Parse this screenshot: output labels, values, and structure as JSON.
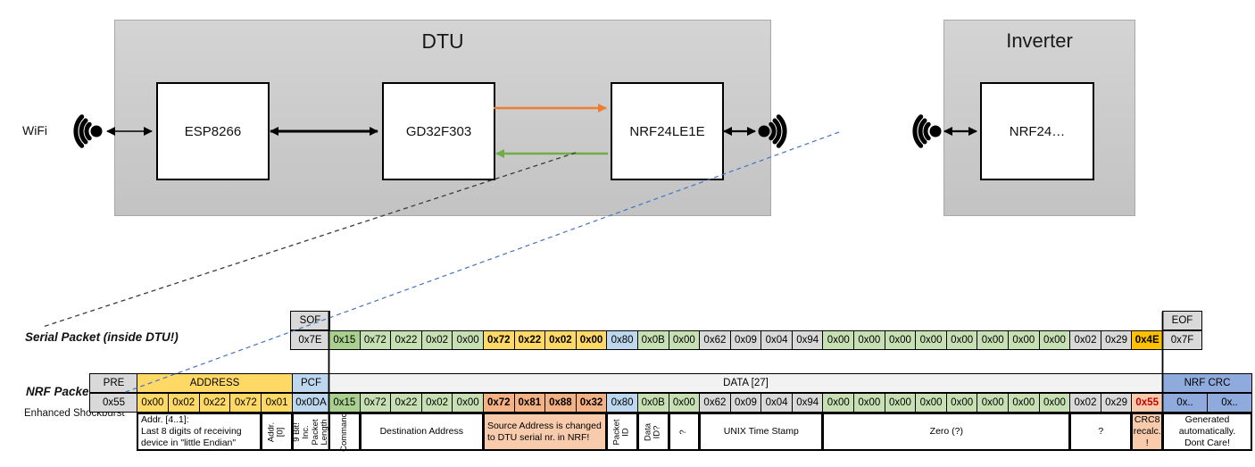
{
  "diagram": {
    "wifi_label": "WiFi",
    "dtu": {
      "title": "DTU",
      "chips": [
        "ESP8266",
        "GD32F303",
        "NRF24LE1E"
      ]
    },
    "inverter": {
      "title": "Inverter",
      "chip": "NRF24…"
    },
    "icons": [
      "wifi-waves-left",
      "wifi-waves-right",
      "wifi-waves-inverter"
    ],
    "arrow_colors": {
      "uart_tx": "#ED7D31",
      "uart_rx": "#70AD47",
      "link": "#000000",
      "trace_serial": "#3b3b3b",
      "trace_nrf": "#4472C4"
    }
  },
  "palette": {
    "green_dark": "#A9D08E",
    "green_light": "#C6E0B4",
    "gray": "#D9D9D9",
    "blue_light": "#BDD7EE",
    "blue_crc": "#8FAADC",
    "gold": "#FFD966",
    "amber": "#FFC000",
    "orange": "#F4B183",
    "peach": "#F8CBAD",
    "header_gray": "#F2F2F2",
    "red_text": "#C00000"
  },
  "serial_packet": {
    "label": "Serial Packet (inside DTU!)",
    "sof": {
      "header": "SOF",
      "value": "0x7E"
    },
    "eof": {
      "header": "EOF",
      "value": "0x7F"
    },
    "bytes": [
      {
        "v": "0x15",
        "c": "g2"
      },
      {
        "v": "0x72",
        "c": "g1"
      },
      {
        "v": "0x22",
        "c": "g1"
      },
      {
        "v": "0x02",
        "c": "g1"
      },
      {
        "v": "0x00",
        "c": "g1"
      },
      {
        "v": "0x72",
        "c": "gd"
      },
      {
        "v": "0x22",
        "c": "gd"
      },
      {
        "v": "0x02",
        "c": "gd"
      },
      {
        "v": "0x00",
        "c": "gd"
      },
      {
        "v": "0x80",
        "c": "bl"
      },
      {
        "v": "0x0B",
        "c": "g1"
      },
      {
        "v": "0x00",
        "c": "g1"
      },
      {
        "v": "0x62",
        "c": "gy"
      },
      {
        "v": "0x09",
        "c": "gy"
      },
      {
        "v": "0x04",
        "c": "gy"
      },
      {
        "v": "0x94",
        "c": "gy"
      },
      {
        "v": "0x00",
        "c": "g1"
      },
      {
        "v": "0x00",
        "c": "g1"
      },
      {
        "v": "0x00",
        "c": "g1"
      },
      {
        "v": "0x00",
        "c": "g1"
      },
      {
        "v": "0x00",
        "c": "g1"
      },
      {
        "v": "0x00",
        "c": "g1"
      },
      {
        "v": "0x00",
        "c": "g1"
      },
      {
        "v": "0x00",
        "c": "g1"
      },
      {
        "v": "0x02",
        "c": "gy"
      },
      {
        "v": "0x29",
        "c": "gy"
      },
      {
        "v": "0x4E",
        "c": "am"
      }
    ]
  },
  "nrf_packet": {
    "label": "NRF Packet",
    "sublabel": "Enhanced Shockburst",
    "pre": {
      "header": "PRE",
      "value": "0x55"
    },
    "address": {
      "header": "ADDRESS",
      "values": [
        "0x00",
        "0x02",
        "0x22",
        "0x72",
        "0x01"
      ]
    },
    "pcf": {
      "header": "PCF",
      "value": "0x0DA"
    },
    "data_label": "DATA [27]",
    "crc": {
      "header": "NRF CRC",
      "values": [
        "0x..",
        "0x.."
      ]
    },
    "bytes": [
      {
        "v": "0x15",
        "c": "g2"
      },
      {
        "v": "0x72",
        "c": "g1"
      },
      {
        "v": "0x22",
        "c": "g1"
      },
      {
        "v": "0x02",
        "c": "g1"
      },
      {
        "v": "0x00",
        "c": "g1"
      },
      {
        "v": "0x72",
        "c": "or"
      },
      {
        "v": "0x81",
        "c": "or"
      },
      {
        "v": "0x88",
        "c": "or"
      },
      {
        "v": "0x32",
        "c": "or"
      },
      {
        "v": "0x80",
        "c": "bl"
      },
      {
        "v": "0x0B",
        "c": "g1"
      },
      {
        "v": "0x00",
        "c": "g1"
      },
      {
        "v": "0x62",
        "c": "gy"
      },
      {
        "v": "0x09",
        "c": "gy"
      },
      {
        "v": "0x04",
        "c": "gy"
      },
      {
        "v": "0x94",
        "c": "gy"
      },
      {
        "v": "0x00",
        "c": "g1"
      },
      {
        "v": "0x00",
        "c": "g1"
      },
      {
        "v": "0x00",
        "c": "g1"
      },
      {
        "v": "0x00",
        "c": "g1"
      },
      {
        "v": "0x00",
        "c": "g1"
      },
      {
        "v": "0x00",
        "c": "g1"
      },
      {
        "v": "0x00",
        "c": "g1"
      },
      {
        "v": "0x00",
        "c": "g1"
      },
      {
        "v": "0x02",
        "c": "gy"
      },
      {
        "v": "0x29",
        "c": "gy"
      },
      {
        "v": "0x55",
        "c": "pe"
      }
    ]
  },
  "annotations": [
    {
      "s": "addr",
      "n": 4,
      "t": "Addr. [4..1]:\nLast 8 digits of receiving device in \"little Endian\"",
      "a": "left"
    },
    {
      "s": "addr",
      "n": 1,
      "t": "Addr.[0]",
      "vert": true
    },
    {
      "s": "pcf",
      "n": 1,
      "t": "9 Bit!\nInc. Packet\nLength",
      "vert": true
    },
    {
      "s": "data",
      "n": 1,
      "t": "Command",
      "vert": true
    },
    {
      "s": "data",
      "n": 4,
      "t": "Destination Address"
    },
    {
      "s": "data",
      "n": 4,
      "t": "Source Address is changed to DTU serial nr. in NRF!",
      "a": "left",
      "f": "peach"
    },
    {
      "s": "data",
      "n": 1,
      "t": "Packet ID",
      "vert": true
    },
    {
      "s": "data",
      "n": 1,
      "t": "Data ID?",
      "vert": true
    },
    {
      "s": "data",
      "n": 1,
      "t": "?",
      "vert": true
    },
    {
      "s": "data",
      "n": 4,
      "t": "UNIX Time Stamp"
    },
    {
      "s": "data",
      "n": 8,
      "t": "Zero (?)"
    },
    {
      "s": "data",
      "n": 2,
      "t": "?"
    },
    {
      "s": "data",
      "n": 1,
      "t": "CRC8\nrecalc.\n!",
      "f": "peach"
    },
    {
      "s": "crc",
      "n": 2,
      "t": "Generated\nautomatically.\nDont Care!"
    }
  ]
}
